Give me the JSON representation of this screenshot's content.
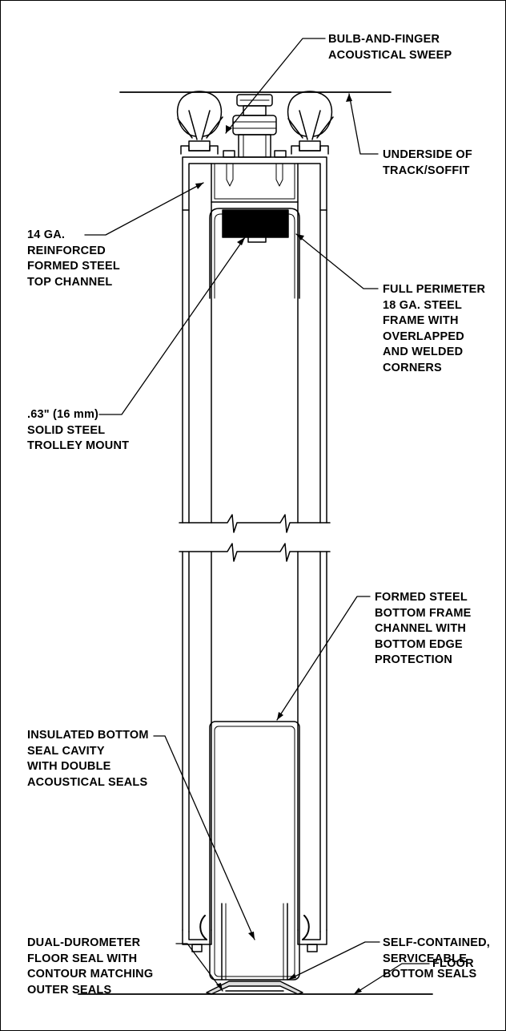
{
  "labels": {
    "sweep": "BULB-AND-FINGER\nACOUSTICAL SWEEP",
    "underside": "UNDERSIDE OF\nTRACK/SOFFIT",
    "top_channel": "14 GA.\nREINFORCED\nFORMED STEEL\nTOP CHANNEL",
    "perimeter_frame": "FULL PERIMETER\n18 GA. STEEL\nFRAME WITH\nOVERLAPPED\nAND WELDED\nCORNERS",
    "trolley_mount": ".63\" (16 mm)\nSOLID STEEL\nTROLLEY MOUNT",
    "bottom_frame": "FORMED STEEL\nBOTTOM FRAME\nCHANNEL WITH\nBOTTOM EDGE\nPROTECTION",
    "seal_cavity": "INSULATED BOTTOM\nSEAL CAVITY\nWITH DOUBLE\nACOUSTICAL SEALS",
    "floor_seal": "DUAL-DUROMETER\nFLOOR SEAL WITH\nCONTOUR MATCHING\nOUTER SEALS",
    "bottom_seals": "SELF-CONTAINED,\nSERVICEABLE\nBOTTOM SEALS",
    "floor": "FLOOR"
  }
}
